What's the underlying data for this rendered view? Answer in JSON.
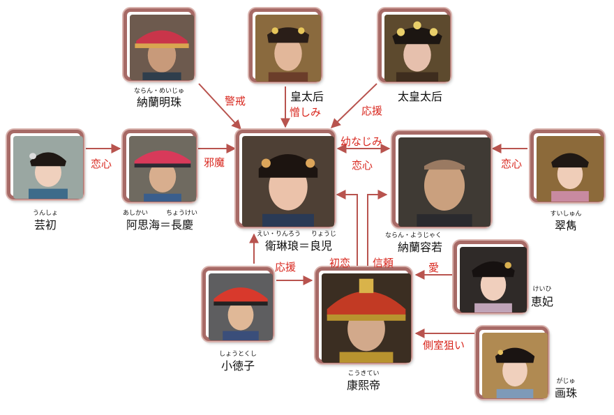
{
  "people": {
    "nalanmingzhu": {
      "ruby": "ならん・めいじゅ",
      "name": "納蘭明珠",
      "icon": "portrait-official-hat-icon"
    },
    "huangtaihou": {
      "ruby": "",
      "name": "皇太后",
      "icon": "portrait-empress-dowager-icon"
    },
    "taihuangtaihou": {
      "ruby": "",
      "name": "太皇太后",
      "icon": "portrait-grand-empress-icon"
    },
    "yunchu": {
      "ruby": "うんしょ",
      "name": "芸初",
      "icon": "portrait-maid-icon"
    },
    "asihai": {
      "ruby_left": "あしかい",
      "ruby_right": "ちょうけい",
      "name": "阿思海＝長慶",
      "icon": "portrait-guard-hat-icon"
    },
    "weilinlang": {
      "ruby_left": "えい・りんろう",
      "ruby_right": "りょうじ",
      "name": "衛琳琅＝良児",
      "icon": "portrait-heroine-icon"
    },
    "nalanrongruo": {
      "ruby": "ならん・ようじゃく",
      "name": "納蘭容若",
      "icon": "portrait-nobleman-icon"
    },
    "cuijuan": {
      "ruby": "すいしゅん",
      "name": "翠雋",
      "icon": "portrait-maid-icon"
    },
    "huifei": {
      "ruby": "けいひ",
      "name": "恵妃",
      "icon": "portrait-consort-icon"
    },
    "xiaodezi": {
      "ruby": "しょうとくし",
      "name": "小徳子",
      "icon": "portrait-eunuch-hat-icon"
    },
    "kangxidi": {
      "ruby": "こうきてい",
      "name": "康熙帝",
      "icon": "portrait-emperor-icon"
    },
    "huazhu": {
      "ruby": "がじゅ",
      "name": "画珠",
      "icon": "portrait-consort-icon"
    }
  },
  "relations": {
    "jingjie": "警戒",
    "zengshi": "憎しみ",
    "yingyuan_top": "応援",
    "lianxin_left": "恋心",
    "xiemo": "邪魔",
    "younajimi": "幼なじみ",
    "lianxin_mid": "恋心",
    "lianxin_right": "恋心",
    "yingyuan_bottom": "応援",
    "chulian": "初恋",
    "xinlai": "信頼",
    "ai": "愛",
    "ceshijuyi": "側室狙い"
  },
  "colors": {
    "arrow": "#b8534e",
    "label": "#d8261d",
    "frame": "#a76a66"
  }
}
